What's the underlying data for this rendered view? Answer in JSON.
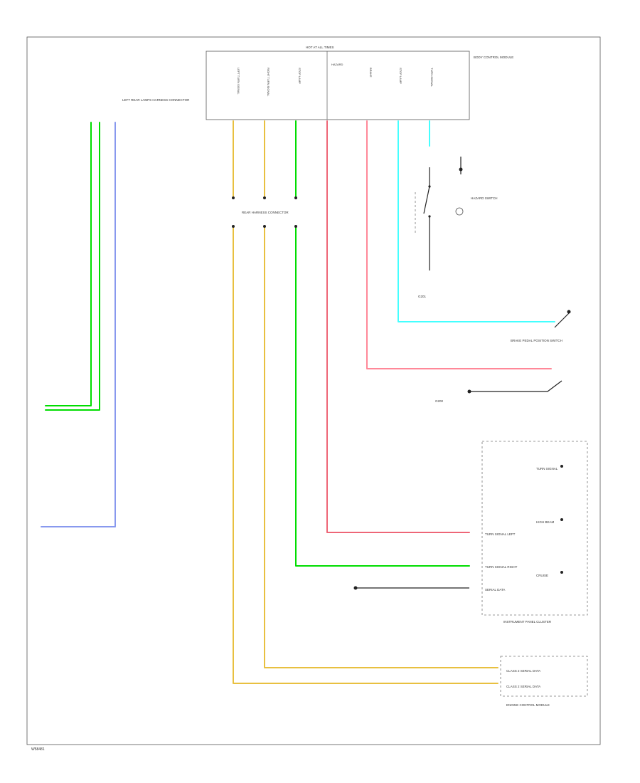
{
  "colors": {
    "green": "#00dd00",
    "blue": "#3344cc",
    "lightblue": "#8899ee",
    "yellow": "#e8c040",
    "pink": "#ff8898",
    "red": "#ee2244",
    "cyan": "#44ffff",
    "black": "#222222",
    "outline": "#555555"
  },
  "labels": {
    "bcm_title": "BODY CONTROL MODULE",
    "bcm_power": "HOT AT ALL TIMES",
    "bcm_pins": [
      "LEFT TURN SIGNAL",
      "RIGHT TURN SIGNAL",
      "STOP LAMP",
      "BRAKE",
      "STOP LAMP",
      "TURN SIGNAL",
      "HAZARD"
    ],
    "left_conn": "LEFT REAR LAMPS HARNESS CONNECTOR",
    "splice": "REAR HARNESS CONNECTOR",
    "switch_label": "HAZARD SWITCH",
    "ground1": "G201",
    "brake_switch": "BRAKE PEDAL POSITION SWITCH",
    "ground2": "G200",
    "ipc_title": "INSTRUMENT PANEL CLUSTER",
    "ipc_items": [
      "TURN SIGNAL",
      "HIGH BEAM",
      "CRUISE",
      "SERIAL DATA",
      "TURN SIGNAL LEFT",
      "TURN SIGNAL RIGHT"
    ],
    "ecm_title": "ENGINE CONTROL MODULE",
    "ecm_pins": [
      "CLASS 2 SERIAL DATA",
      "CLASS 2 SERIAL DATA"
    ],
    "page_id": "W58481"
  }
}
